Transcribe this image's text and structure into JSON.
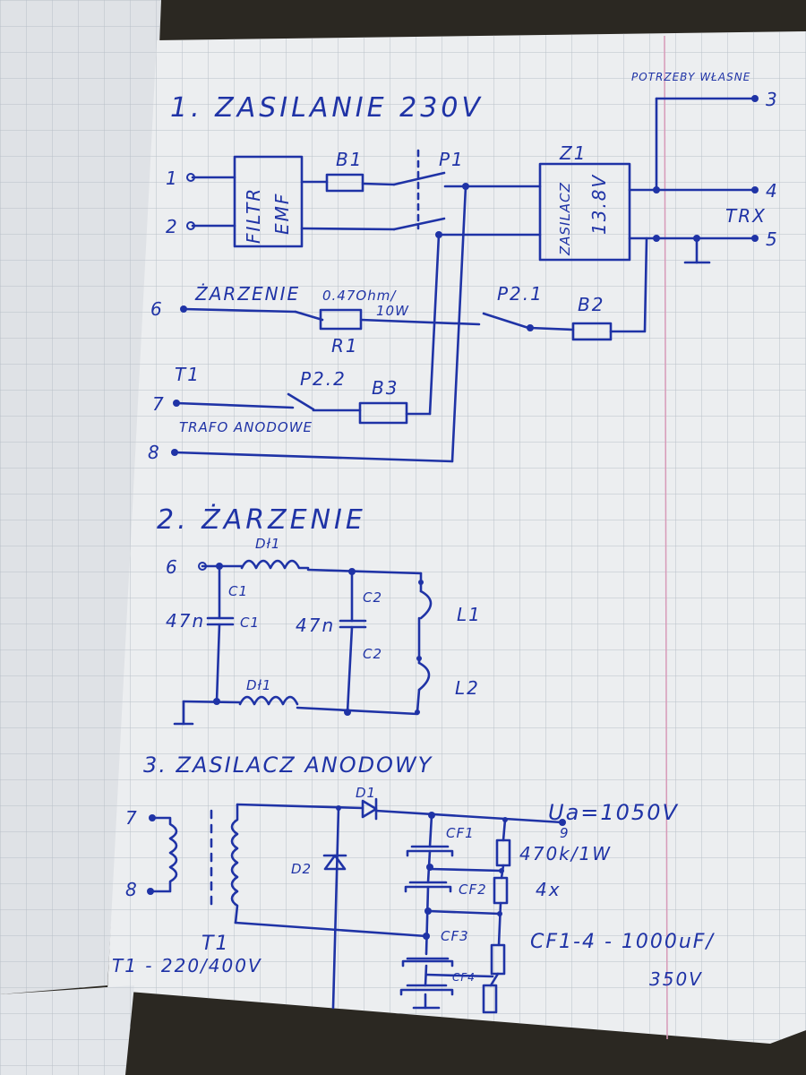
{
  "colors": {
    "ink": "#1f33a6",
    "paper": "#e9ebee",
    "grid": "#b9c0c8",
    "margin": "#d79ab8",
    "background": "#2b2822"
  },
  "section1": {
    "title": "1. ZASILANIE 230V",
    "terminals": {
      "t1": "1",
      "t2": "2",
      "t3": "3",
      "t4": "4",
      "t5": "5",
      "t6": "6",
      "t7": "7",
      "t8": "8"
    },
    "own_needs": "POTRZEBY WŁASNE",
    "trx": "TRX",
    "filter_line1": "FILTR",
    "filter_line2": "EMF",
    "fuse1": "B1",
    "switch1": "P1",
    "psu_ref": "Z1",
    "psu_line1": "ZASILACZ",
    "psu_line2": "13.8V",
    "heater": "ŻARZENIE",
    "r1_value": "0.47Ohm/",
    "r1_power": "10W",
    "r1": "R1",
    "switch21": "P2.1",
    "fuse2": "B2",
    "t1_label": "T1",
    "switch22": "P2.2",
    "fuse3": "B3",
    "anode_trafo": "TRAFO ANODOWE"
  },
  "section2": {
    "title": "2. ŻARZENIE",
    "terminal": "6",
    "choke_top": "Dł1",
    "choke_bottom": "Dł1",
    "c1a": "C1",
    "c1b": "C1",
    "c1_value": "47n",
    "c2a": "C2",
    "c2b": "C2",
    "c2_value": "47n",
    "l1": "L1",
    "l2": "L2"
  },
  "section3": {
    "title": "3. ZASILACZ ANODOWY",
    "t7": "7",
    "t8": "8",
    "t9": "9",
    "d1": "D1",
    "d2": "D2",
    "ua": "Ua=1050V",
    "cf1": "CF1",
    "cf2": "CF2",
    "cf3": "CF3",
    "cf4": "CF4",
    "res": "470k/1W",
    "res_count": "4x",
    "caps_line1": "CF1-4 - 1000uF/",
    "caps_line2": "350V",
    "trafo": "T1",
    "trafo_spec": "T1 - 220/400V"
  }
}
